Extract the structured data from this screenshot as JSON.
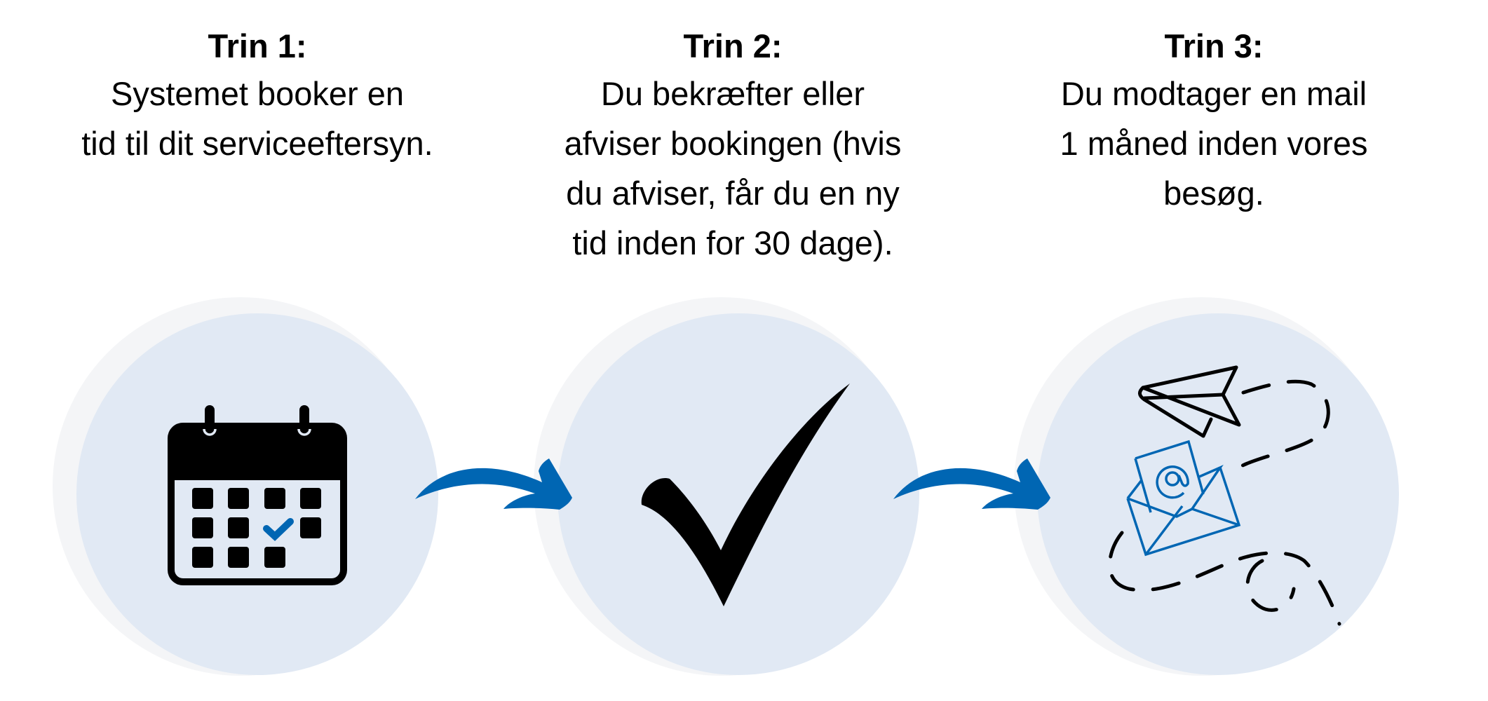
{
  "steps": [
    {
      "title": "Trin 1:",
      "lines": [
        "Systemet booker en",
        "tid til dit serviceeftersyn."
      ],
      "icon": "calendar-check-icon"
    },
    {
      "title": "Trin 2:",
      "lines": [
        "Du bekræfter eller",
        "afviser bookingen (hvis",
        "du afviser, får du en ny",
        "tid inden for 30 dage)."
      ],
      "icon": "checkmark-icon"
    },
    {
      "title": "Trin 3:",
      "lines": [
        "Du modtager en mail",
        "1 måned inden vores",
        "besøg."
      ],
      "icon": "email-paper-plane-icon"
    }
  ],
  "connectors": [
    "arrow-right-icon",
    "arrow-right-icon"
  ],
  "colors": {
    "accent_blue": "#0066b3",
    "circle_fill": "#e1e9f4",
    "circle_shadow": "#f4f5f7",
    "text": "#000000"
  }
}
